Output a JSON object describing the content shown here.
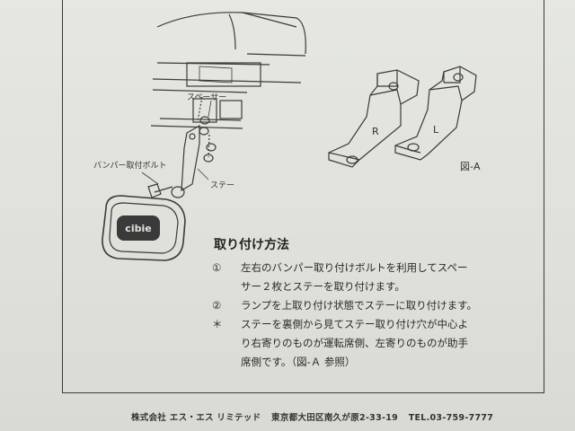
{
  "diagram": {
    "spacer_label": "スペーサー",
    "bolt_label": "バンパー取付ボルト",
    "stay_label": "ステー",
    "bracket_r_label": "R",
    "bracket_l_label": "L",
    "figure_label": "図-A",
    "lamp_logo_text": "cibie"
  },
  "instructions": {
    "title": "取り付け方法",
    "steps": [
      {
        "mark": "①",
        "line1": "左右のバンパー取り付けボルトを利用してスペー",
        "line2": "サー２枚とステーを取り付けます。"
      },
      {
        "mark": "②",
        "line1": "ランプを上取り付け状態でステーに取り付けます。",
        "line2": ""
      },
      {
        "mark": "＊",
        "line1": "ステーを裏側から見てステー取り付け穴が中心よ",
        "line2": "り右寄りのものが運転席側、左寄りのものが助手",
        "line3": "席側です。（図-Ａ 参照）"
      }
    ]
  },
  "footer": {
    "company": "株式会社 エス・エス リミテッド",
    "address": "東京都大田区南久が原2-33-19",
    "tel": "TEL.03-759-7777"
  }
}
